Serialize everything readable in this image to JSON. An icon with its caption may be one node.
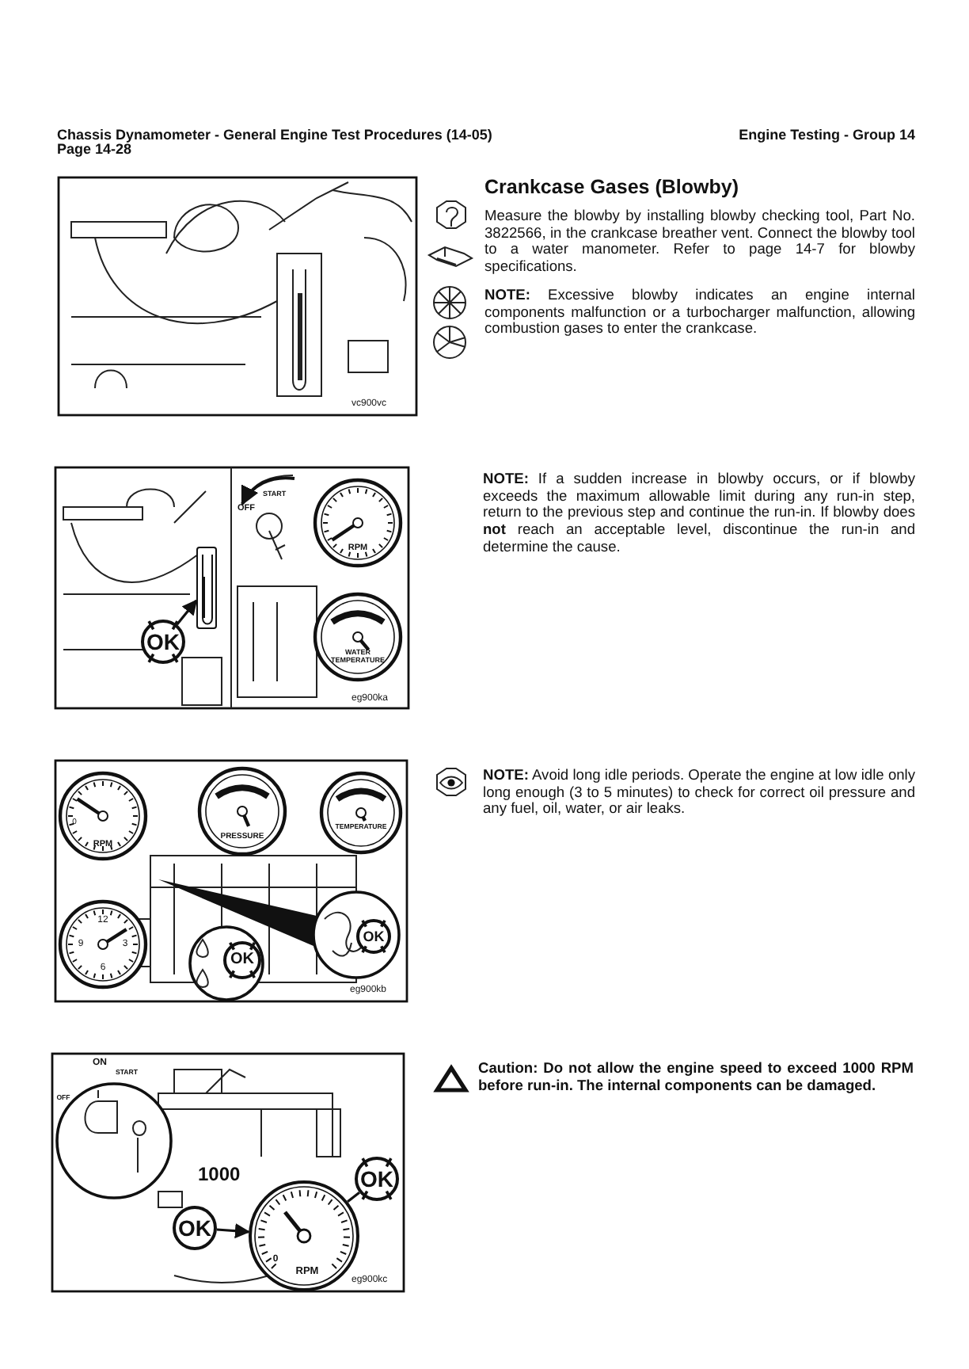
{
  "diagram": {
    "nodes": [
      {
        "text": [
          "OK"
        ]
      },
      {
        "text": [],
        "shape": "picture"
      },
      {
        "text": [
          "OK"
        ]
      },
      {
        "text": [
          "OK"
        ]
      },
      {
        "text": [
          "OK"
        ]
      },
      {
        "text": [
          "OK"
        ]
      },
      {
        "text": [
          "0",
          "RPM"
        ]
      }
    ],
    "edges": [
      {
        "from": 0,
        "to": 1,
        "arrow": "to"
      },
      {
        "from": 4,
        "to": 6,
        "arrow": "to"
      },
      {
        "from": 5,
        "to": 6,
        "arrow": "none"
      }
    ],
    "labels": [
      "Chassis Dynamometer - General Engine Test Procedures (14-05)",
      "Page 14-28",
      "Engine Testing - Group 14",
      "Crankcase Gases (Blowby)",
      "Measure the blowby by installing blowby checking tool, Part No. 3822566, in the crankcase breather vent. Connect the blowby tool to a water manometer. Refer to page 14-7 for blowby specifications.",
      "**NOTE:** Excessive blowby indicates an engine internal components malfunction or a turbocharger malfunction, allowing combustion gases to enter the crankcase.",
      "vc900vc",
      "OFF",
      "START",
      "RPM",
      "WATER TEMPERATURE",
      "eg900ka",
      "**NOTE:** If a sudden increase in blowby occurs, or if blowby exceeds the maximum allowable limit during any run-in step, return to the previous step and continue the run-in. If blowby does **not** reach an acceptable level, discontinue the run-in and determine the cause.",
      "0",
      "RPM",
      "PRESSURE",
      "TEMPERATURE",
      "12",
      "9",
      "3",
      "6",
      "eg900kb",
      "**NOTE:** Avoid long idle periods. Operate the engine at low idle only long enough (3 to 5 minutes) to check for correct oil pressure and any fuel, oil, water, or air leaks.",
      "ON",
      "START",
      "OFF",
      "1000",
      "eg900kc",
      "Caution: Do not allow the engine speed to exceed 1000 RPM before run-in. The internal components can be damaged."
    ]
  }
}
